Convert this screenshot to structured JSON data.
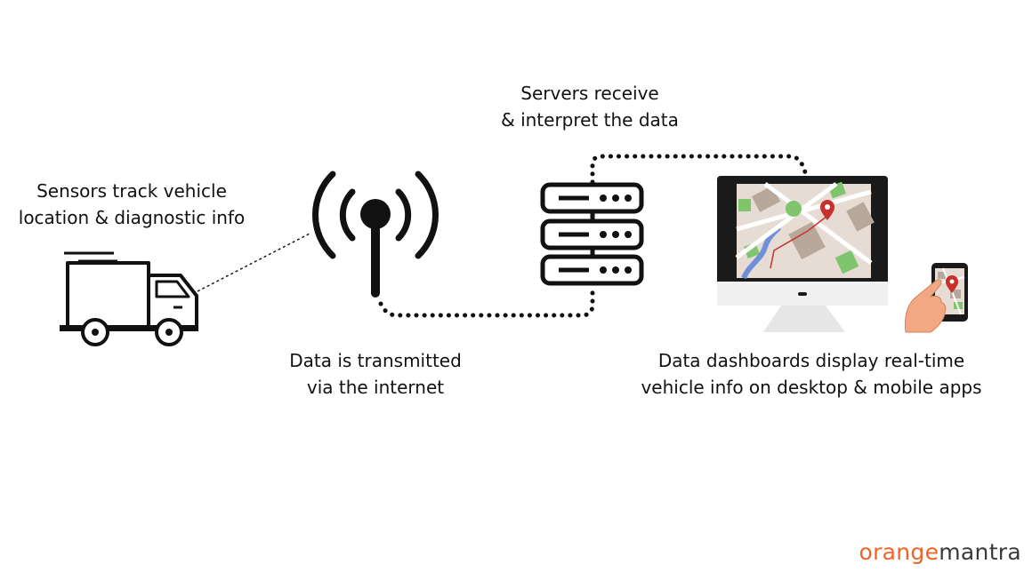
{
  "steps": [
    {
      "id": "sensors",
      "lines": [
        "Sensors track vehicle",
        "location & diagnostic info"
      ]
    },
    {
      "id": "transmit",
      "lines": [
        "Data is transmitted",
        "via the internet"
      ]
    },
    {
      "id": "servers",
      "lines": [
        "Servers receive",
        "& interpret the data"
      ]
    },
    {
      "id": "dashboards",
      "lines": [
        "Data dashboards display real-time",
        "vehicle info on desktop & mobile apps"
      ]
    }
  ],
  "icons": [
    "truck-icon",
    "antenna-icon",
    "server-rack-icon",
    "desktop-map-icon",
    "smartphone-map-icon",
    "hand-icon",
    "map-pin-icon"
  ],
  "logo": {
    "part1": "orange",
    "part2": "mantra"
  },
  "colors": {
    "brand_orange": "#f0642a",
    "logo_dark": "#3a3a3a",
    "map_green": "#7ec56e",
    "map_pin": "#c8312b",
    "map_water": "#6f8fd8",
    "map_tile": "#e6dcd3",
    "map_block": "#b8a89c"
  }
}
